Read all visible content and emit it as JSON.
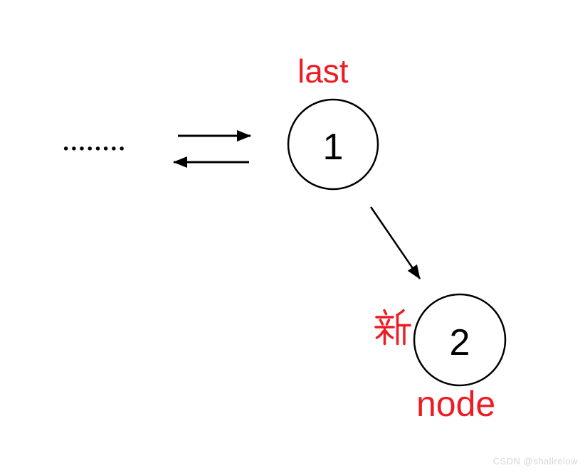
{
  "diagram": {
    "ellipsis": "••••••••",
    "nodes": [
      {
        "value": "1",
        "label_top": "last"
      },
      {
        "value": "2",
        "label_left": "新",
        "label_bottom": "node"
      }
    ],
    "colors": {
      "label_red": "#ed1c24",
      "line_black": "#000000",
      "watermark_gray": "#d6d6d6"
    }
  },
  "watermark": "CSDN @shallrelow"
}
